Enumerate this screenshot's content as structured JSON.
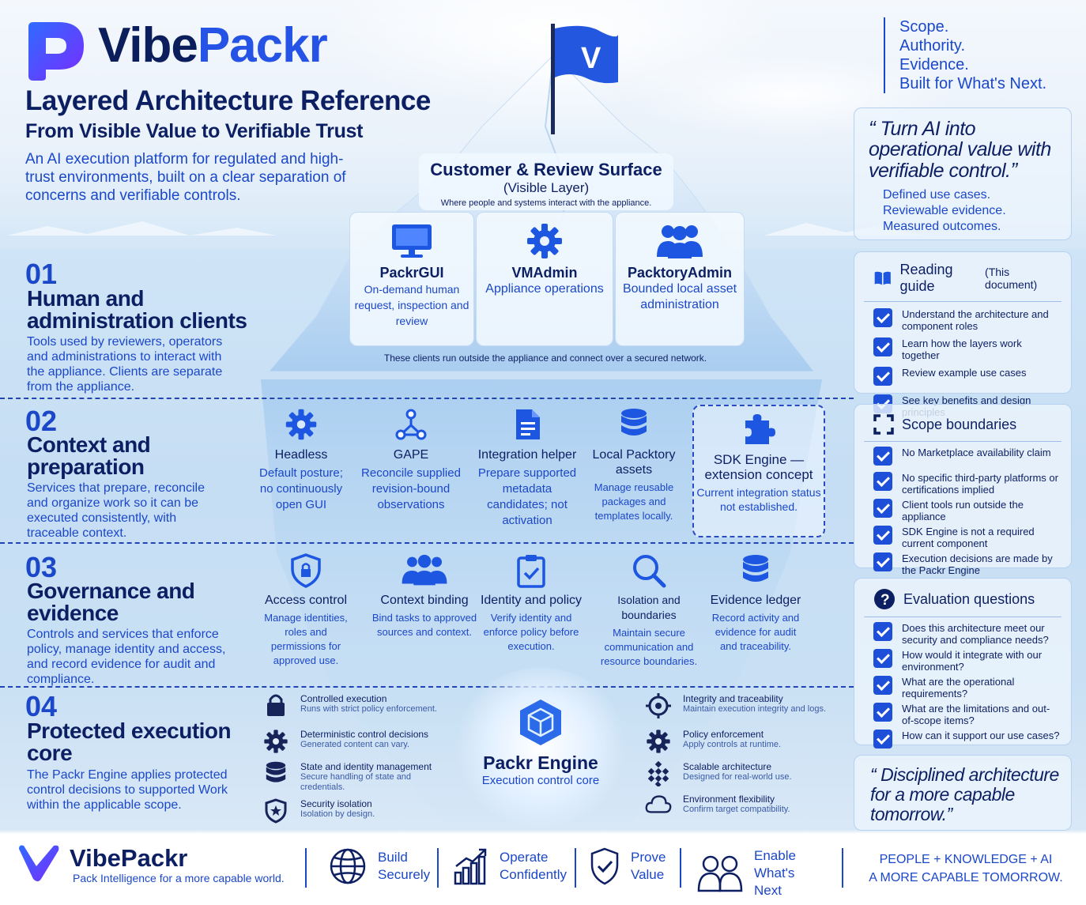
{
  "brand": {
    "name_a": "Vibe",
    "name_b": "Packr"
  },
  "header": {
    "title": "Layered Architecture Reference",
    "subtitle": "From Visible Value to Verifiable Trust",
    "intro": "An AI execution platform for regulated and high-trust environments, built on a clear separation of concerns and verifiable controls."
  },
  "tagline": [
    "Scope.",
    "Authority.",
    "Evidence.",
    "Built for What's Next."
  ],
  "flag_letter": "V",
  "surface": {
    "title": "Customer & Review Surface",
    "subtitle": "(Visible Layer)",
    "caption": "Where people and systems interact with the appliance.",
    "note": "These clients run outside the appliance and connect over a secured network.",
    "cards": [
      {
        "title": "PackrGUI",
        "desc": "On-demand human request, inspection and review",
        "icon": "monitor-icon"
      },
      {
        "title": "VMAdmin",
        "desc": "Appliance operations",
        "icon": "gear-icon"
      },
      {
        "title": "PacktoryAdmin",
        "desc": "Bounded local asset administration",
        "icon": "users-icon"
      }
    ]
  },
  "layers": [
    {
      "num": "01",
      "title": "Human and administration clients",
      "desc": "Tools used by reviewers, operators and administrations to interact with the appliance. Clients are separate from the appliance."
    },
    {
      "num": "02",
      "title": "Context and preparation",
      "desc": "Services that prepare, reconcile and organize work so it can be executed consistently, with traceable context."
    },
    {
      "num": "03",
      "title": "Governance and evidence",
      "desc": "Controls and services that enforce policy, manage identity and access, and record evidence for audit and compliance."
    },
    {
      "num": "04",
      "title": "Protected execution core",
      "desc": "The Packr Engine applies protected control decisions to supported Work within the applicable scope."
    }
  ],
  "context_services": [
    {
      "title": "Headless",
      "desc": "Default posture; no continuously open GUI",
      "icon": "gear-icon"
    },
    {
      "title": "GAPE",
      "desc": "Reconcile supplied revision-bound observations",
      "icon": "network-icon"
    },
    {
      "title": "Integration helper",
      "desc": "Prepare supported metadata candidates; not activation",
      "icon": "document-icon"
    },
    {
      "title": "Local Packtory assets",
      "desc": "Manage reusable packages and templates locally.",
      "icon": "database-icon"
    },
    {
      "title": "SDK Engine — extension concept",
      "desc": "Current integration status not established.",
      "icon": "puzzle-icon"
    }
  ],
  "governance_services": [
    {
      "title": "Access control",
      "desc": "Manage identities, roles and permissions for approved use.",
      "icon": "shield-icon"
    },
    {
      "title": "Context binding",
      "desc": "Bind tasks to approved sources and context.",
      "icon": "users-icon"
    },
    {
      "title": "Identity and policy",
      "desc": "Verify identity and enforce policy before execution.",
      "icon": "clipboard-icon"
    },
    {
      "title": "Isolation and boundaries",
      "desc": "Maintain secure communication and resource boundaries.",
      "icon": "magnifier-icon"
    },
    {
      "title": "Evidence ledger",
      "desc": "Record activity and evidence for audit and traceability.",
      "icon": "database-icon"
    }
  ],
  "core_left": [
    {
      "title": "Controlled execution",
      "desc": "Runs with strict policy enforcement.",
      "icon": "lock-icon"
    },
    {
      "title": "Deterministic control decisions",
      "desc": "Generated content can vary.",
      "icon": "gear-icon"
    },
    {
      "title": "State and identity management",
      "desc": "Secure handling of state and credentials.",
      "icon": "database-icon"
    },
    {
      "title": "Security isolation",
      "desc": "Isolation by design.",
      "icon": "shield-star-icon"
    }
  ],
  "core_right": [
    {
      "title": "Integrity and traceability",
      "desc": "Maintain execution integrity and logs.",
      "icon": "target-icon"
    },
    {
      "title": "Policy enforcement",
      "desc": "Apply controls at runtime.",
      "icon": "gear-icon"
    },
    {
      "title": "Scalable architecture",
      "desc": "Designed for real-world use.",
      "icon": "grid-icon"
    },
    {
      "title": "Environment flexibility",
      "desc": "Confirm target compatibility.",
      "icon": "cloud-icon"
    }
  ],
  "engine": {
    "title": "Packr Engine",
    "subtitle": "Execution control core"
  },
  "quote_top": {
    "text": "Turn AI into operational value with verifiable control.",
    "lines": [
      "Defined use cases.",
      "Reviewable evidence.",
      "Measured outcomes."
    ]
  },
  "reading_guide": {
    "title": "Reading guide",
    "note": "(This document)",
    "items": [
      "Understand the architecture and component roles",
      "Learn how the layers work together",
      "Review example use cases",
      "See key benefits and design principles"
    ]
  },
  "scope": {
    "title": "Scope boundaries",
    "items": [
      "No Marketplace availability claim",
      "No specific third-party platforms or certifications implied",
      "Client tools run outside the appliance",
      "SDK Engine is not a required current component",
      "Execution decisions are made by the Packr Engine"
    ]
  },
  "evaluation": {
    "title": "Evaluation questions",
    "items": [
      "Does this architecture meet our security and compliance needs?",
      "How would it integrate with our environment?",
      "What are the operational requirements?",
      "What are the limitations and out-of-scope items?",
      "How can it support our use cases?"
    ]
  },
  "quote_bottom": {
    "text": "Disciplined architecture for a more capable tomorrow."
  },
  "footer": {
    "brand": "VibePackr",
    "slogan": "Pack Intelligence for a more capable world.",
    "items": [
      {
        "label": "Build Securely",
        "icon": "globe-icon"
      },
      {
        "label": "Operate Confidently",
        "icon": "bar-chart-icon"
      },
      {
        "label": "Prove Value",
        "icon": "shield-check-icon"
      },
      {
        "label": "Enable What's Next",
        "icon": "people-icon"
      }
    ],
    "right_1": "PEOPLE + KNOWLEDGE + AI",
    "right_2": "A MORE CAPABLE TOMORROW."
  },
  "colors": {
    "navy": "#0d1f63",
    "accent": "#1b47c9",
    "check": "#1d4fd8"
  }
}
